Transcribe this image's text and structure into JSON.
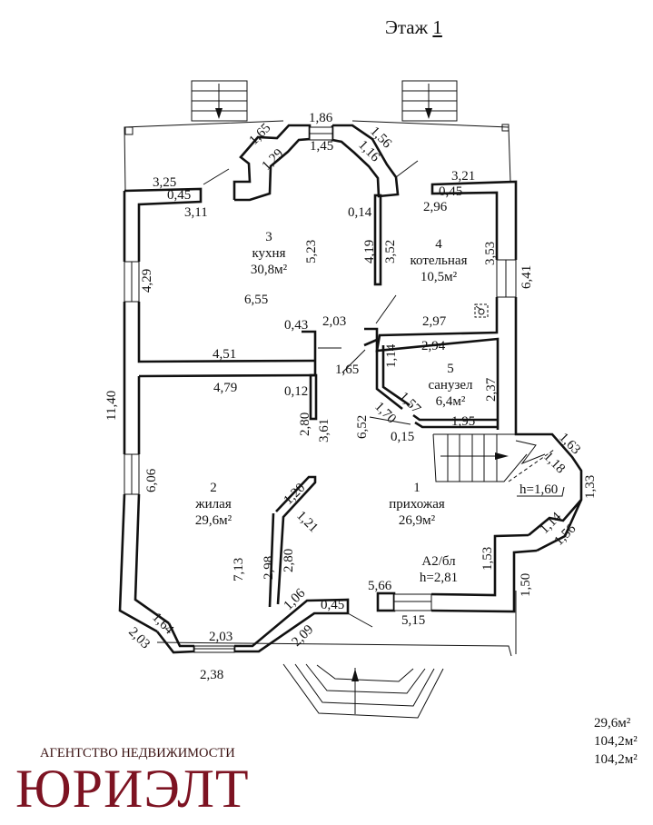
{
  "header": {
    "title_prefix": "Этаж",
    "floor_number": "1"
  },
  "rooms": [
    {
      "number": "1",
      "name": "прихожая",
      "area": "26,9м²"
    },
    {
      "number": "2",
      "name": "жилая",
      "area": "29,6м²"
    },
    {
      "number": "3",
      "name": "кухня",
      "area": "30,8м²"
    },
    {
      "number": "4",
      "name": "котельная",
      "area": "10,5м²"
    },
    {
      "number": "5",
      "name": "санузел",
      "area": "6,4м²"
    }
  ],
  "annotations": {
    "class_label": "А2/бл",
    "ceiling_height": "h=2,81",
    "stair_height": "h=1,60"
  },
  "dimensions": {
    "top_bay_outer": "1,86",
    "top_bay_inner": "1,45",
    "bay_left_outer": "1,65",
    "bay_left_inner": "1,29",
    "bay_right_outer": "1,56",
    "bay_right_inner": "1,16",
    "kitchen_top_left_outer": "3,25",
    "kitchen_wall_thick": "0,45",
    "kitchen_top_left_inner": "3,11",
    "kitchen_partition_thick": "0,14",
    "kitchen_height_dim": "5,23",
    "partition_len_a": "4,19",
    "partition_len_b": "3,52",
    "kitchen_left_window": "4,29",
    "kitchen_width": "6,55",
    "kitchen_step_thick": "0,43",
    "kitchen_step_width": "2,03",
    "kitchen_bottom": "4,51",
    "boiler_top_outer": "3,21",
    "boiler_wall_thick": "0,45",
    "boiler_top_inner": "2,96",
    "boiler_right": "3,53",
    "right_wall": "6,41",
    "boiler_bottom": "2,97",
    "hall_corner": "1,65",
    "bath_top": "2,94",
    "bath_left": "1,14",
    "bath_diag_inner": "1,57",
    "bath_diag_outer": "1,70",
    "bath_right": "2,37",
    "bath_bottom": "1,95",
    "bath_wall_thick": "0,15",
    "left_total": "11,40",
    "living_top": "4,79",
    "living_partition_thick": "0,12",
    "living_partition_a": "2,80",
    "living_partition_b": "3,61",
    "hall_height": "6,52",
    "living_window": "6,06",
    "living_diag_a": "1,20",
    "living_diag_b": "1,21",
    "living_height": "7,13",
    "living_wall_a": "2,98",
    "living_wall_b": "2,80",
    "corner_left_inner": "1,64",
    "corner_left_outer": "2,03",
    "bottom_window_inner": "2,03",
    "bottom_window_outer": "2,38",
    "entry_diag_inner": "1,06",
    "entry_diag_outer": "2,09",
    "entry_wall_thick": "0,45",
    "hall_bottom_outer": "5,66",
    "hall_bottom_inner": "5,15",
    "hall_right_inner": "1,53",
    "hall_right_outer": "1,50",
    "bay2_a": "1,63",
    "bay2_b": "1,18",
    "bay2_c": "1,33",
    "bay2_d": "1,14",
    "bay2_e": "1,56"
  },
  "totals": [
    "29,6м²",
    "104,2м²",
    "104,2м²"
  ],
  "branding": {
    "subtitle": "АГЕНТСТВО НЕДВИЖИМОСТИ",
    "name": "ЮРИЭЛТ",
    "color": "#7d1322"
  }
}
